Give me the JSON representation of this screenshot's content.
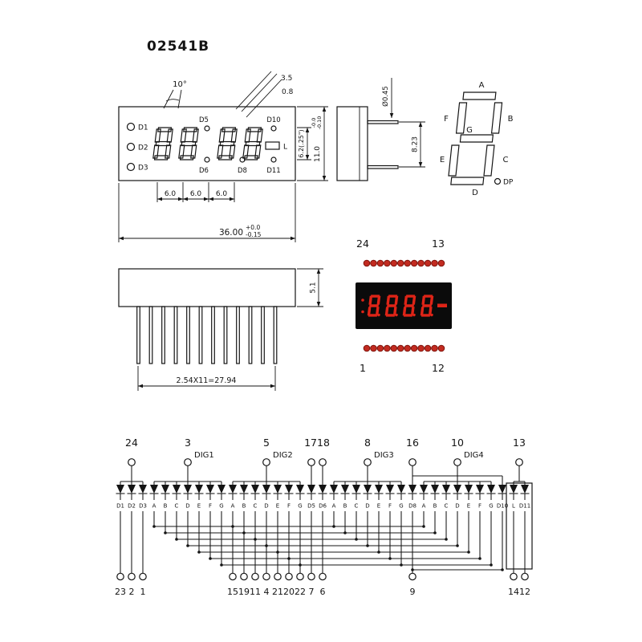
{
  "title": "02541B",
  "front_view": {
    "angle_label": "10°",
    "seg_width_label": "3.5",
    "seg_gap_label": "0.8",
    "led_labels": {
      "d1": "D1",
      "d2": "D2",
      "d3": "D3",
      "d5": "D5",
      "d6": "D6",
      "d8": "D8",
      "d10": "D10",
      "d11": "D11",
      "l": "L"
    },
    "pitch_labels": [
      "6.0",
      "6.0",
      "6.0"
    ],
    "overall_width": "36.00",
    "overall_width_tol_top": "+0.0",
    "overall_width_tol_bottom": "-0.15",
    "digit_height_label": "6.2(.25\")",
    "overall_height": "11.0",
    "overall_height_tol_top": "-0.0",
    "overall_height_tol_bottom": "-0.10"
  },
  "side_view": {
    "pin_diameter_label": "Ø0.45",
    "pin_row_spacing_label": "8.23"
  },
  "segment_diagram": {
    "segments": [
      "A",
      "B",
      "C",
      "D",
      "E",
      "F",
      "G"
    ],
    "dp_label": "DP"
  },
  "bottom_view": {
    "body_thickness_label": "5.1",
    "pin_pitch_label": "2.54X11=27.94"
  },
  "display_photo": {
    "pin_top_left": "24",
    "pin_top_right": "13",
    "pin_bottom_left": "1",
    "pin_bottom_right": "12",
    "dots_per_row": 12,
    "digits_shown": "8.8.8.8-"
  },
  "colors": {
    "segment_red": "#de2417",
    "led_dot_red": "#c22b20",
    "led_dot_ring": "#7e150d",
    "display_background": "#0b0b0b",
    "line_color": "#141414"
  },
  "circuit": {
    "top_pins": [
      {
        "label": "24",
        "cols": [
          0,
          1,
          2
        ]
      },
      {
        "label": "3",
        "dig": "DIG1",
        "cols": [
          3,
          4,
          5,
          6,
          7,
          8,
          9
        ]
      },
      {
        "label": "5",
        "dig": "DIG2",
        "cols": [
          10,
          11,
          12,
          13,
          14,
          15,
          16
        ]
      },
      {
        "label": "1718",
        "cols": [
          17,
          18
        ],
        "twin": true
      },
      {
        "label": "8",
        "dig": "DIG3",
        "cols": [
          19,
          20,
          21,
          22,
          23,
          24,
          25
        ]
      },
      {
        "label": "16",
        "cols": [
          26,
          34
        ],
        "link": true,
        "anchor": "first"
      },
      {
        "label": "10",
        "dig": "DIG4",
        "cols": [
          27,
          28,
          29,
          30,
          31,
          32,
          33
        ]
      },
      {
        "label": "13",
        "cols": [
          35,
          36
        ]
      }
    ],
    "diodes": [
      "D1",
      "D2",
      "D3",
      "A",
      "B",
      "C",
      "D",
      "E",
      "F",
      "G",
      "A",
      "B",
      "C",
      "D",
      "E",
      "F",
      "G",
      "D5",
      "D6",
      "A",
      "B",
      "C",
      "D",
      "E",
      "F",
      "G",
      "D8",
      "A",
      "B",
      "C",
      "D",
      "E",
      "F",
      "G",
      "D10",
      "L",
      "D11"
    ],
    "direct_bottom_pins": [
      {
        "label": "23",
        "col": 0
      },
      {
        "label": "2",
        "col": 1
      },
      {
        "label": "1",
        "col": 2
      },
      {
        "label": "7",
        "col": 17
      },
      {
        "label": "6",
        "col": 18
      },
      {
        "label": "14",
        "col": 35
      },
      {
        "label": "12",
        "col": 36
      }
    ],
    "segment_bottom_pins": [
      {
        "label": "15"
      },
      {
        "label": "19"
      },
      {
        "label": "11"
      },
      {
        "label": "4"
      },
      {
        "label": "21"
      },
      {
        "label": "20"
      },
      {
        "label": "22"
      }
    ],
    "shared_bottom_pin": {
      "label": "9",
      "cols": [
        26,
        34
      ]
    }
  }
}
